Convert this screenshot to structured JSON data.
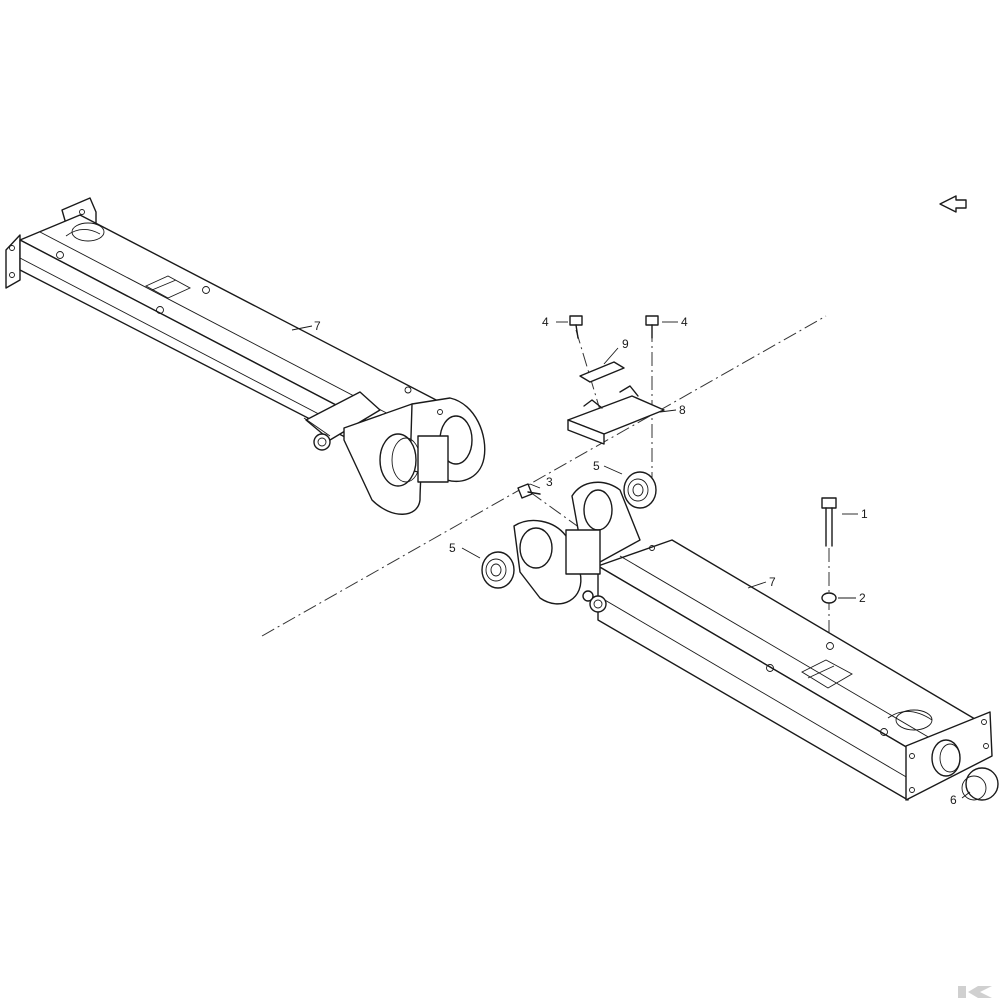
{
  "diagram": {
    "callouts": {
      "c1": "1",
      "c2": "2",
      "c3": "3",
      "c4a": "4",
      "c4b": "4",
      "c5a": "5",
      "c5b": "5",
      "c6": "6",
      "c7a": "7",
      "c7b": "7",
      "c8": "8",
      "c9": "9"
    },
    "icons": {
      "orientation": "orientation-arrow-icon",
      "logo": "brand-logo-icon"
    },
    "colors": {
      "line": "#1a1a1a",
      "logo": "#d0d0d0"
    }
  }
}
